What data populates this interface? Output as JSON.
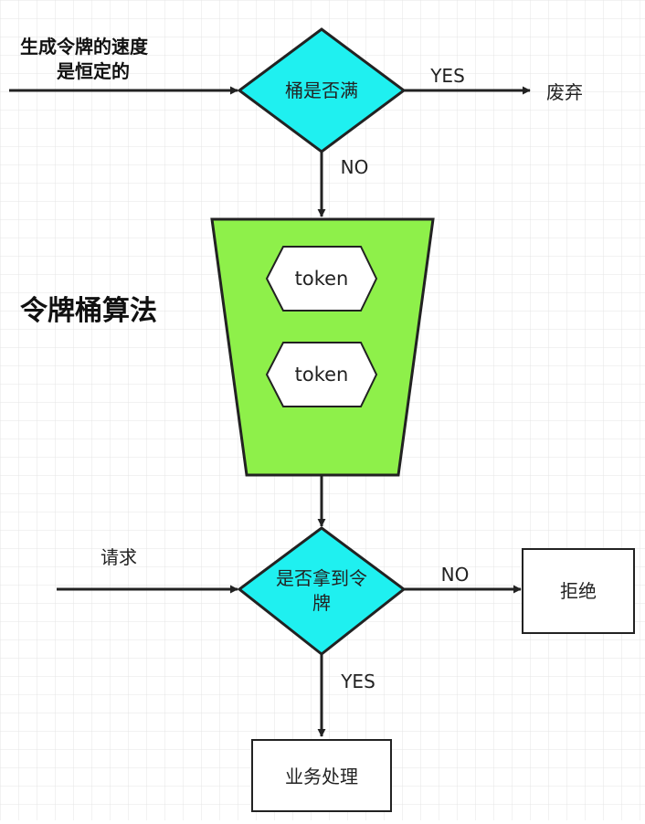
{
  "diagram": {
    "title": "令牌桶算法",
    "colors": {
      "decision_fill": "#1ff0f0",
      "bucket_fill": "#8ef04a",
      "token_fill": "#ffffff",
      "box_fill": "#ffffff",
      "stroke": "#222222",
      "grid": "#e4e4e4"
    },
    "inputs": {
      "token_rate_line1": "生成令牌的速度",
      "token_rate_line2": "是恒定的",
      "request": "请求"
    },
    "nodes": {
      "bucket_full_decision": "桶是否满",
      "discard": "废弃",
      "token_1": "token",
      "token_2": "token",
      "got_token_line1": "是否拿到令",
      "got_token_line2": "牌",
      "reject": "拒绝",
      "process": "业务处理"
    },
    "edges": {
      "full_yes": "YES",
      "full_no": "NO",
      "token_no": "NO",
      "token_yes": "YES"
    }
  }
}
